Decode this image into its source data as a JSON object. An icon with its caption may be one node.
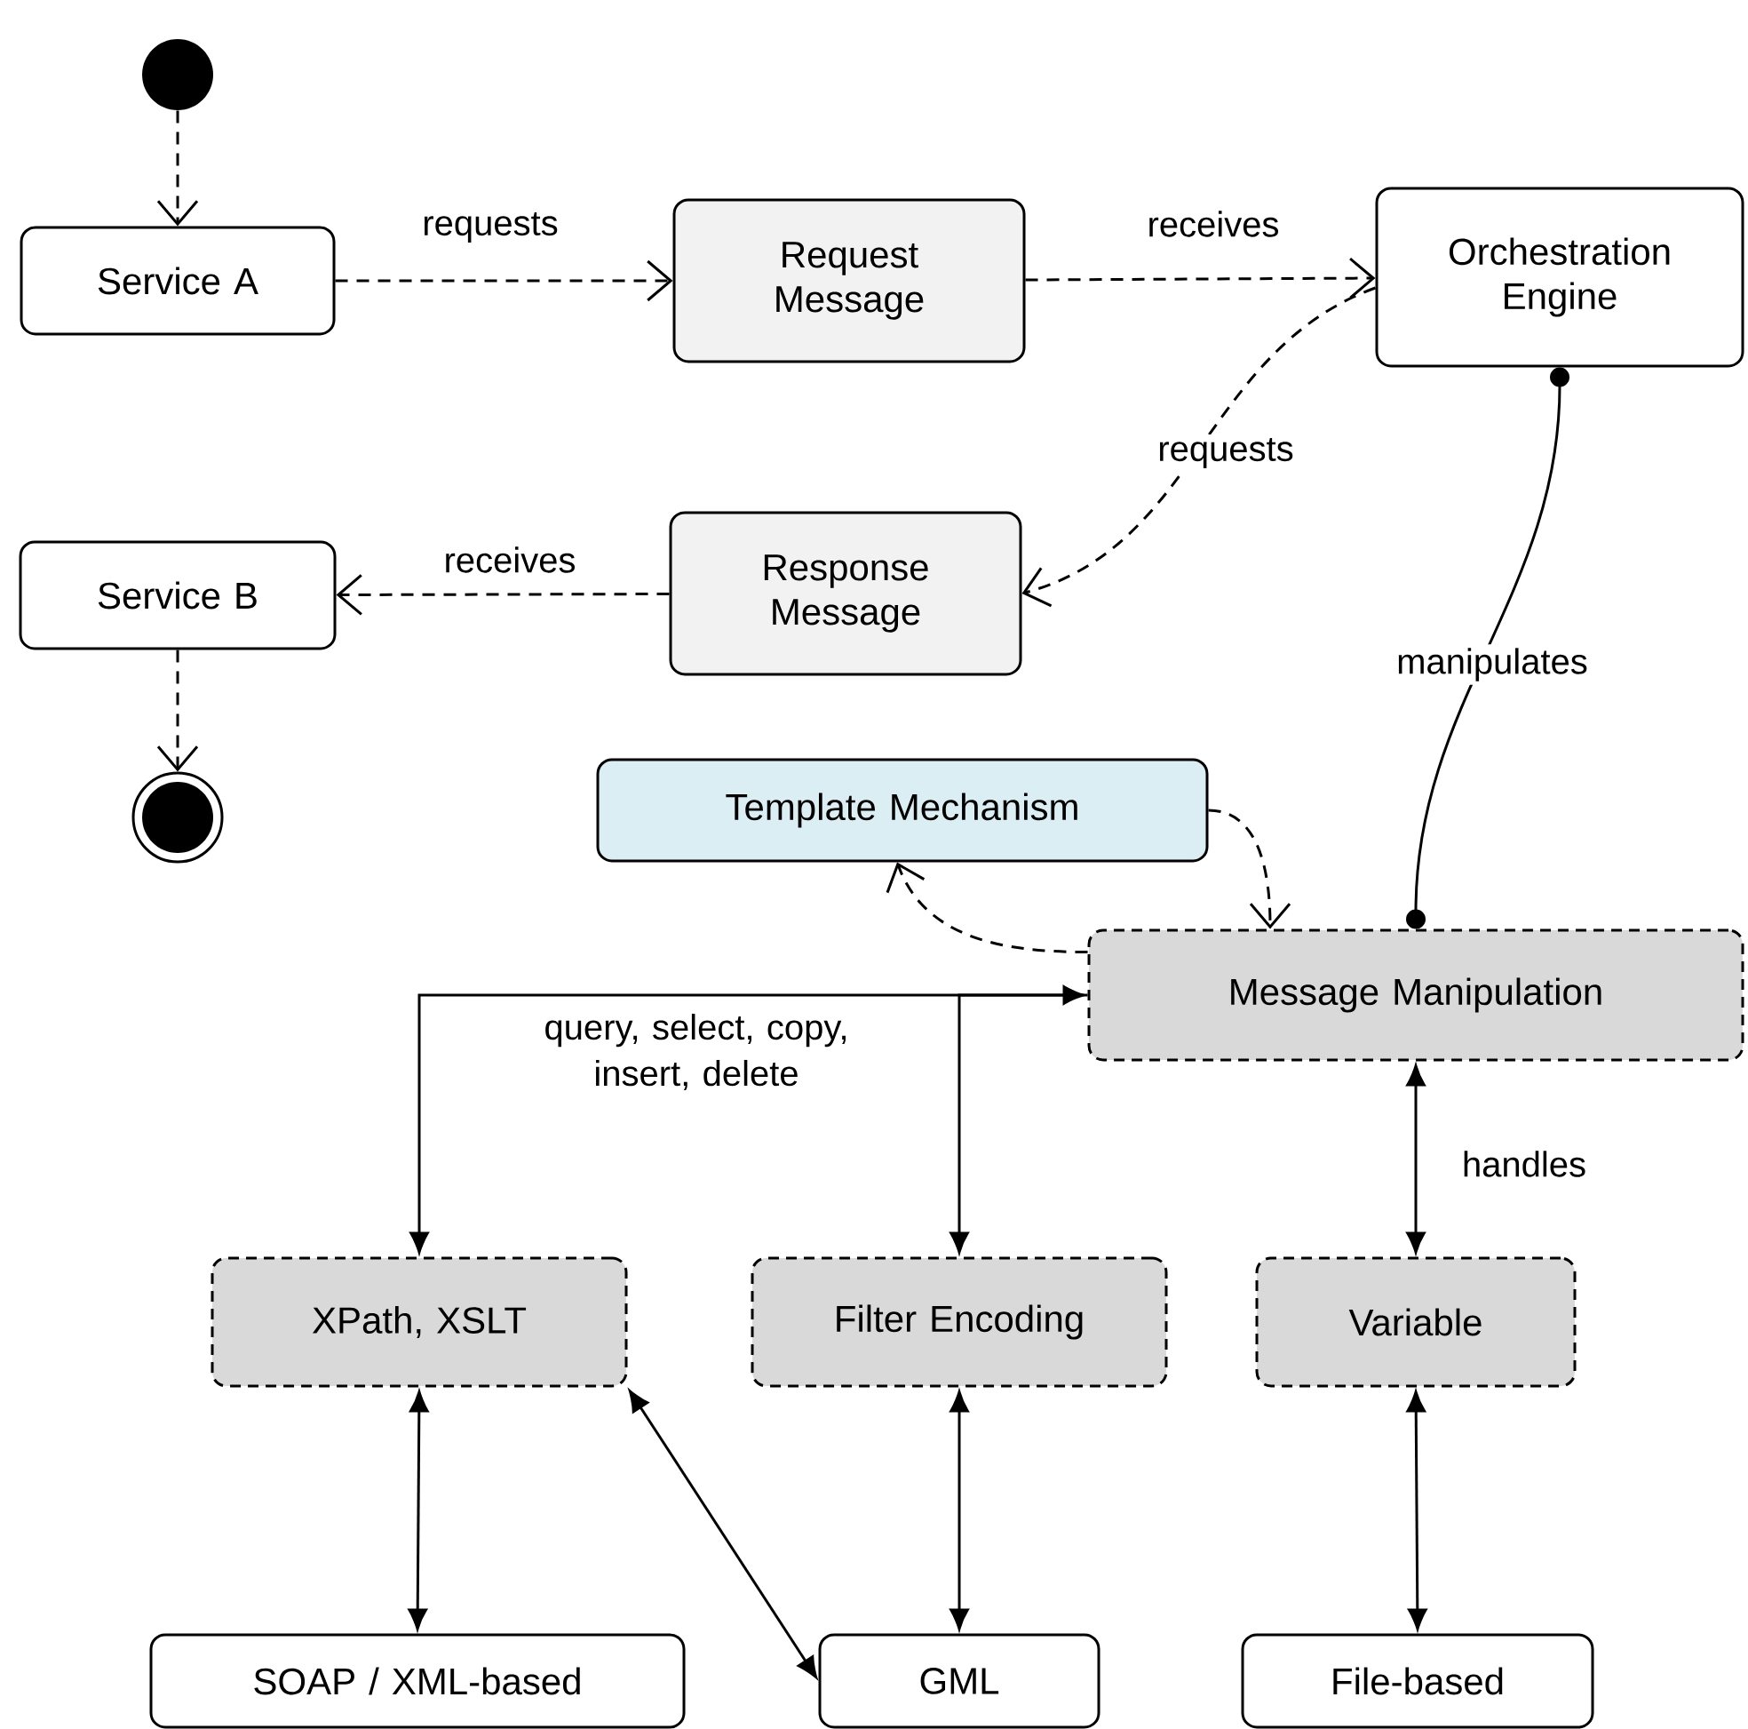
{
  "diagram": {
    "nodes": [
      {
        "text": [],
        "shape": "circle"
      },
      {
        "text": [
          "Service A"
        ]
      },
      {
        "text": [
          "Request Message"
        ]
      },
      {
        "text": [
          "Orchestration Engine"
        ]
      },
      {
        "text": [
          "Response Message"
        ]
      },
      {
        "text": [
          "Service B"
        ]
      },
      {
        "text": [],
        "shape": "circle"
      },
      {
        "text": [
          "Template Mechanism"
        ]
      },
      {
        "text": [
          "Message Manipulation"
        ]
      },
      {
        "text": [
          "XPath, XSLT"
        ]
      },
      {
        "text": [
          "Filter Encoding"
        ]
      },
      {
        "text": [
          "Variable"
        ]
      },
      {
        "text": [
          "SOAP / XML-based"
        ]
      },
      {
        "text": [
          "GML"
        ]
      },
      {
        "text": [
          "File-based"
        ]
      }
    ],
    "edges": [
      {
        "from": 0,
        "to": 1,
        "arrow": "to",
        "style": "dashed"
      },
      {
        "from": 1,
        "to": 2,
        "arrow": "to",
        "style": "dashed",
        "label": "requests"
      },
      {
        "from": 2,
        "to": 3,
        "arrow": "to",
        "style": "dashed",
        "label": "receives"
      },
      {
        "from": 3,
        "to": 4,
        "arrow": "to",
        "style": "dashed",
        "label": "requests"
      },
      {
        "from": 4,
        "to": 5,
        "arrow": "to",
        "style": "dashed",
        "label": "receives"
      },
      {
        "from": 5,
        "to": 6,
        "arrow": "to",
        "style": "dashed"
      },
      {
        "from": 3,
        "to": 8,
        "arrow": "other",
        "label": "manipulates"
      },
      {
        "from": 7,
        "to": 8,
        "arrow": "to",
        "style": "dashed"
      },
      {
        "from": 8,
        "to": 7,
        "arrow": "to",
        "style": "dashed"
      },
      {
        "from": 8,
        "to": 9,
        "arrow": "both",
        "label": "query, select, copy, insert, delete"
      },
      {
        "from": 8,
        "to": 10,
        "arrow": "to"
      },
      {
        "from": 8,
        "to": 11,
        "arrow": "both",
        "label": "handles"
      },
      {
        "from": 9,
        "to": 12,
        "arrow": "both"
      },
      {
        "from": 9,
        "to": 13,
        "arrow": "both"
      },
      {
        "from": 10,
        "to": 13,
        "arrow": "both"
      },
      {
        "from": 11,
        "to": 14,
        "arrow": "both"
      }
    ]
  }
}
